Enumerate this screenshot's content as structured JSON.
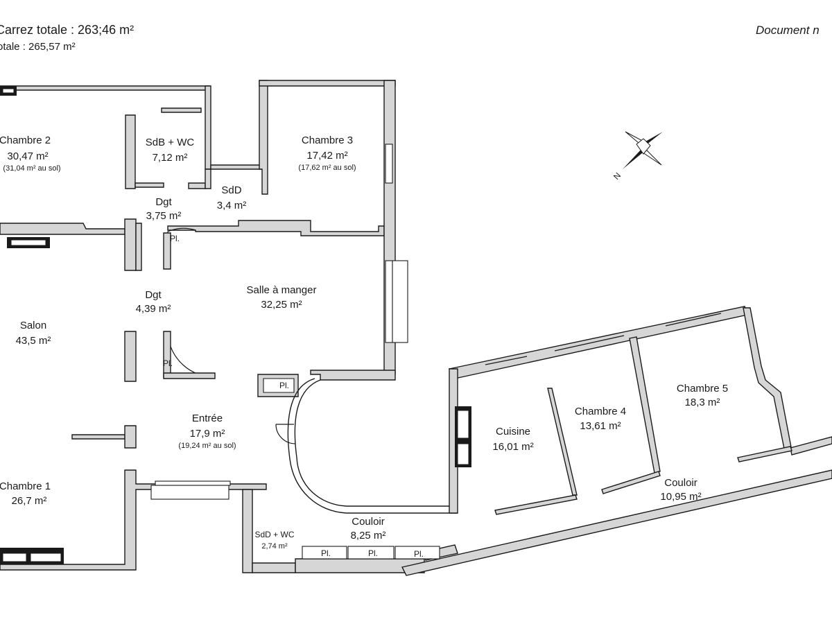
{
  "header": {
    "carrez": "Carrez totale :  263;46 m²",
    "totale": "otale :  265,57 m²",
    "document": "Document n"
  },
  "compass": {
    "north_label": "N"
  },
  "rooms": [
    {
      "name": "Chambre 2",
      "area": "30,47 m²",
      "sub": "(31,04 m² au sol)"
    },
    {
      "name": "SdB + WC",
      "area": "7,12 m²"
    },
    {
      "name": "Chambre 3",
      "area": "17,42 m²",
      "sub": "(17,62 m² au sol)"
    },
    {
      "name": "SdD",
      "area": "3,4 m²"
    },
    {
      "name": "Dgt",
      "area": "3,75 m²"
    },
    {
      "name": "Dgt",
      "area": "4,39 m²"
    },
    {
      "name": "Salle à manger",
      "area": "32,25 m²"
    },
    {
      "name": "Salon",
      "area": "43,5 m²"
    },
    {
      "name": "Entrée",
      "area": "17,9 m²",
      "sub": "(19,24 m² au sol)"
    },
    {
      "name": "Chambre 1",
      "area": "26,7 m²"
    },
    {
      "name": "Cuisine",
      "area": "16,01 m²"
    },
    {
      "name": "Chambre 4",
      "area": "13,61 m²"
    },
    {
      "name": "Chambre 5",
      "area": "18,3 m²"
    },
    {
      "name": "Couloir",
      "area": "10,95 m²"
    },
    {
      "name": "Couloir",
      "area": "8,25 m²"
    },
    {
      "name": "SdD + WC",
      "area": "2,74 m²"
    }
  ],
  "placards": [
    "Pl.",
    "Pl.",
    "Pl.",
    "Pl.",
    "Pl.",
    "Pl."
  ]
}
